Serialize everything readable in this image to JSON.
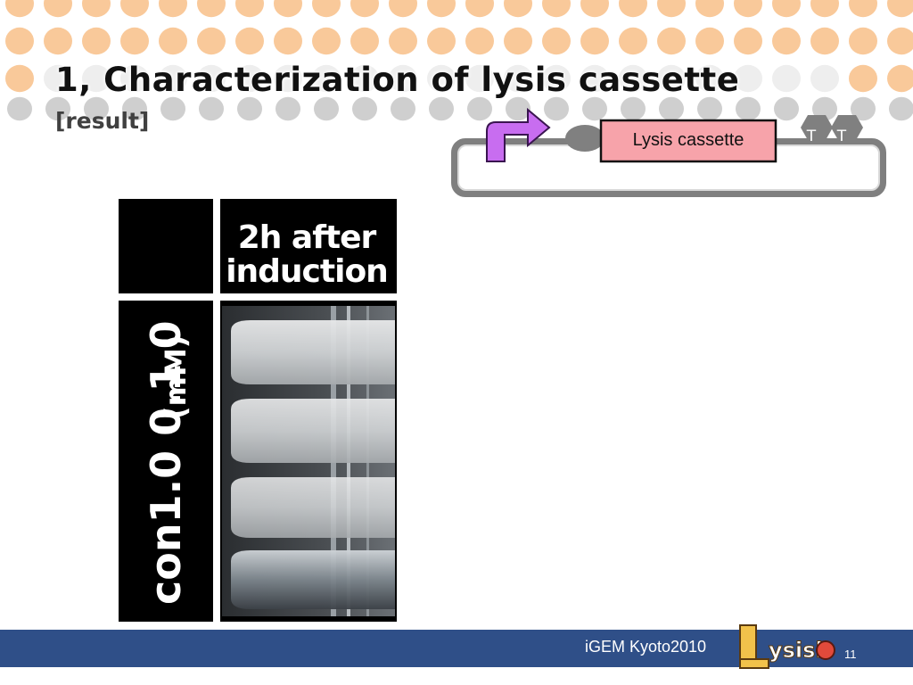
{
  "slide": {
    "title": "1, Characterization of lysis cassette",
    "subtitle": "[result]",
    "page_number": "11"
  },
  "diagram": {
    "cassette_label": "Lysis cassette",
    "terminator_1": "T",
    "terminator_2": "T",
    "colors": {
      "cassette_fill": "#f7a3aa",
      "promoter_arrow": "#c86df0",
      "rbs": "#808080",
      "plasmid": "#7f7f7f",
      "terminator": "#808080"
    }
  },
  "photo": {
    "header_label_line1": "2h after",
    "header_label_line2": "induction",
    "rotated_label": "con1.0  0.1  0",
    "rotated_unit": "(mM)"
  },
  "footer": {
    "text": "iGEM Kyoto2010",
    "logo_text": "Lysisbox",
    "bar_color": "#2f4f88"
  },
  "background": {
    "dot_color": "#f9c99a",
    "dot_gray": "#cfcfcf"
  }
}
